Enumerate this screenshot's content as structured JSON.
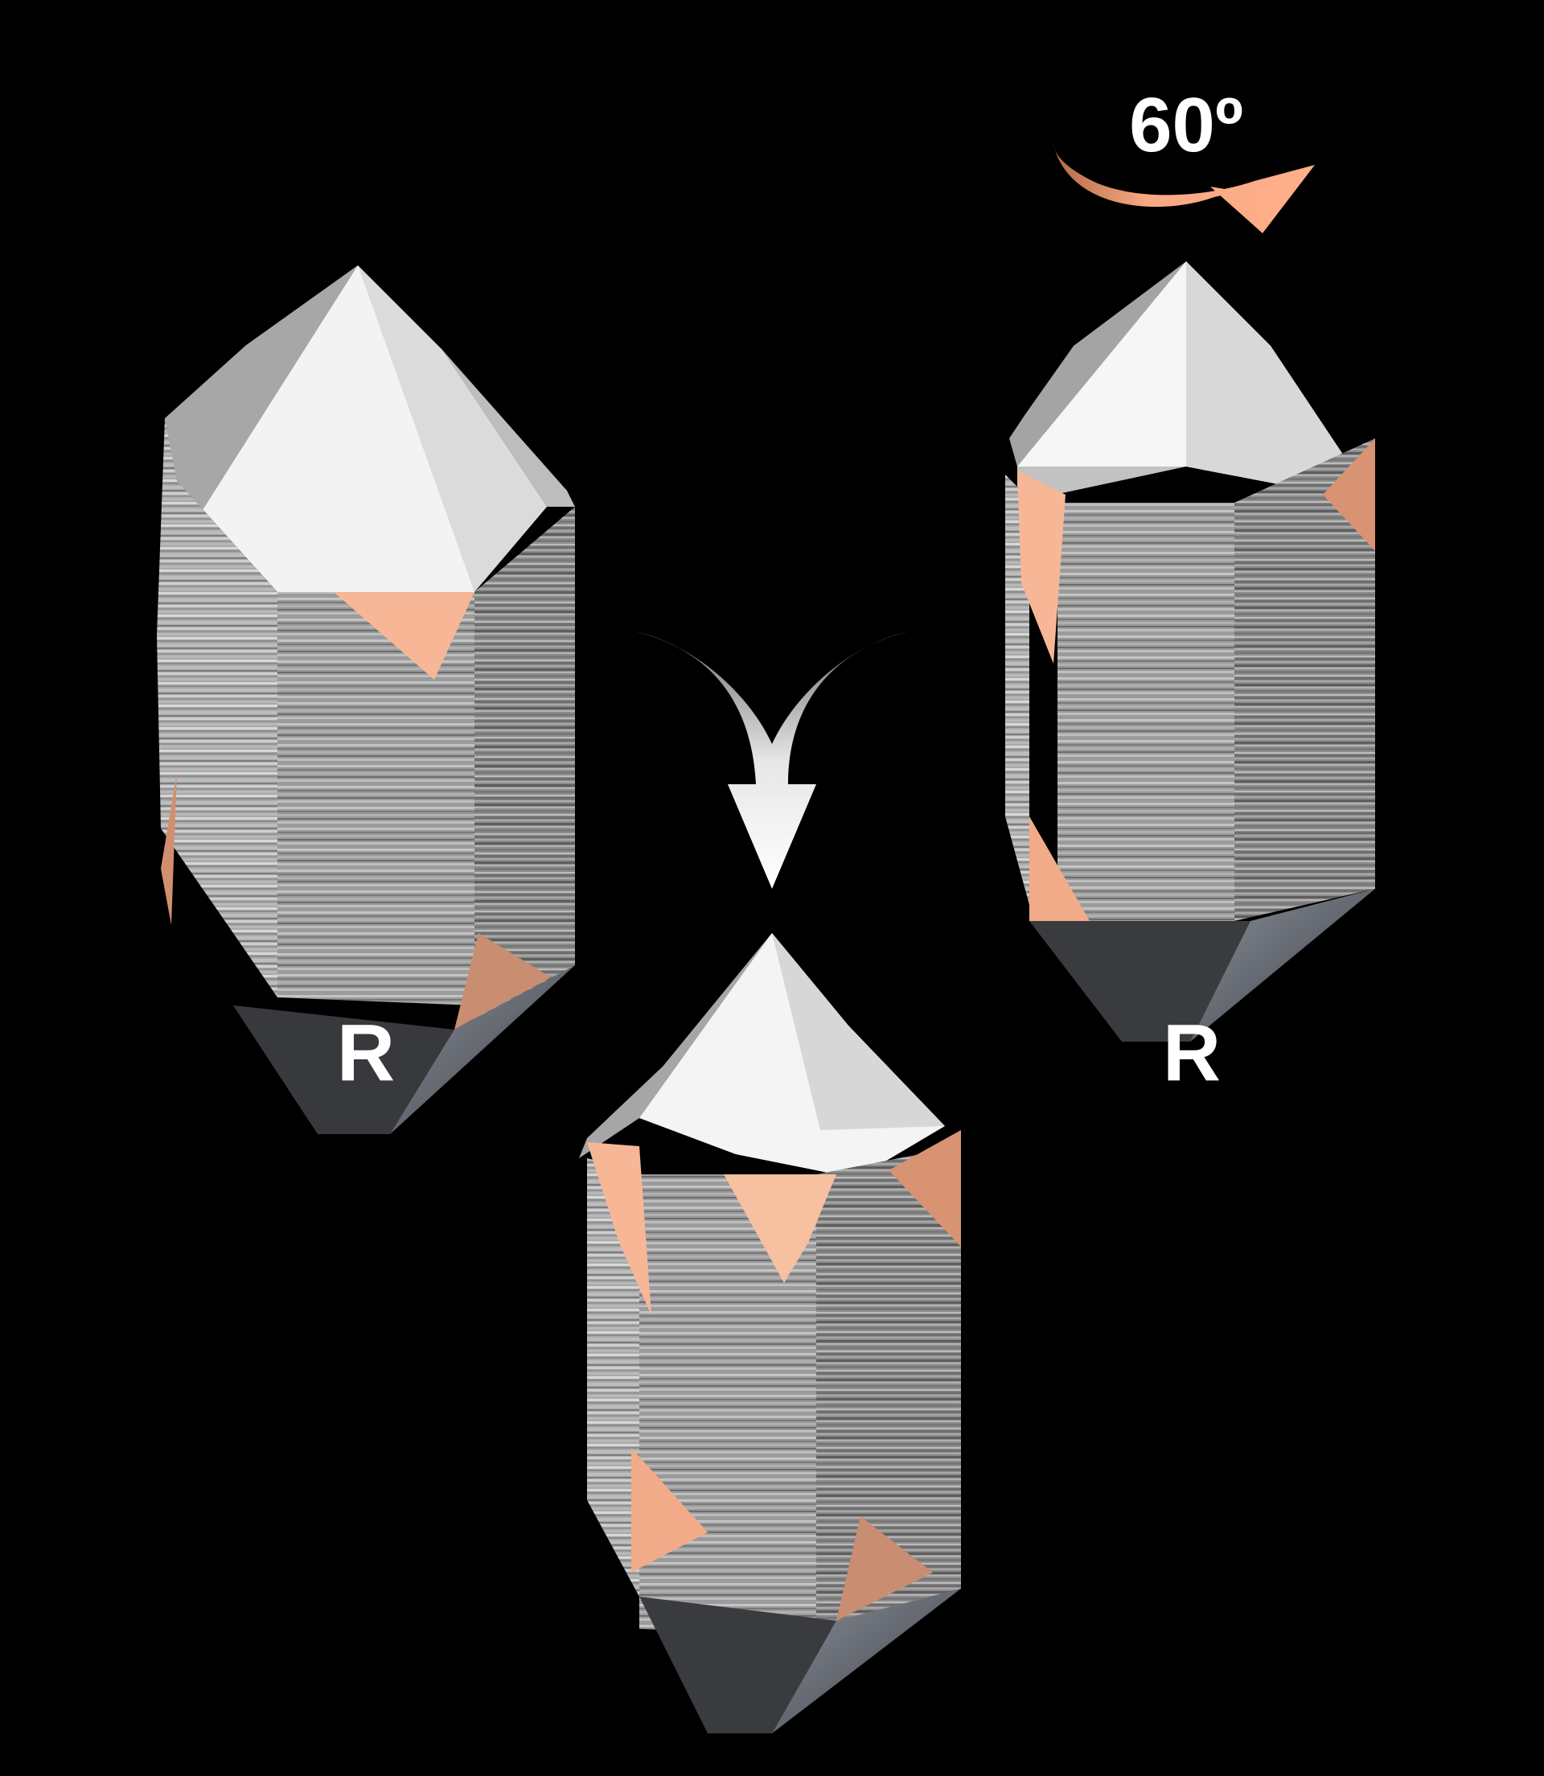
{
  "labels": {
    "left_crystal": "R",
    "right_crystal": "R",
    "rotation_angle": "60º"
  },
  "crystals": [
    {
      "id": "left",
      "hand": "right"
    },
    {
      "id": "right",
      "hand": "right",
      "rotated": true
    },
    {
      "id": "bottom",
      "result": "twinned"
    }
  ],
  "colors": {
    "background": "#000000",
    "face_salmon": "#f6b696",
    "face_salmon_dark": "#c98d72",
    "rotation_arrow": "#f8a882",
    "merge_arrow": "#ffffff",
    "label_text": "#ffffff"
  },
  "icons": {
    "rotation_arrow": "curved-rotate-arrow-icon",
    "merge_arrow": "down-merge-arrow-icon"
  }
}
